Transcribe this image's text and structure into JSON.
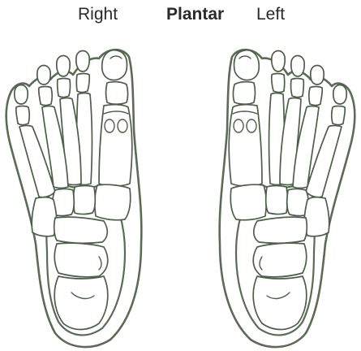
{
  "labels": {
    "right": "Right",
    "plantar": "Plantar",
    "left": "Left"
  },
  "colors": {
    "line": "#5b6b56",
    "text": "#2a2a2a",
    "background": "#ffffff"
  }
}
